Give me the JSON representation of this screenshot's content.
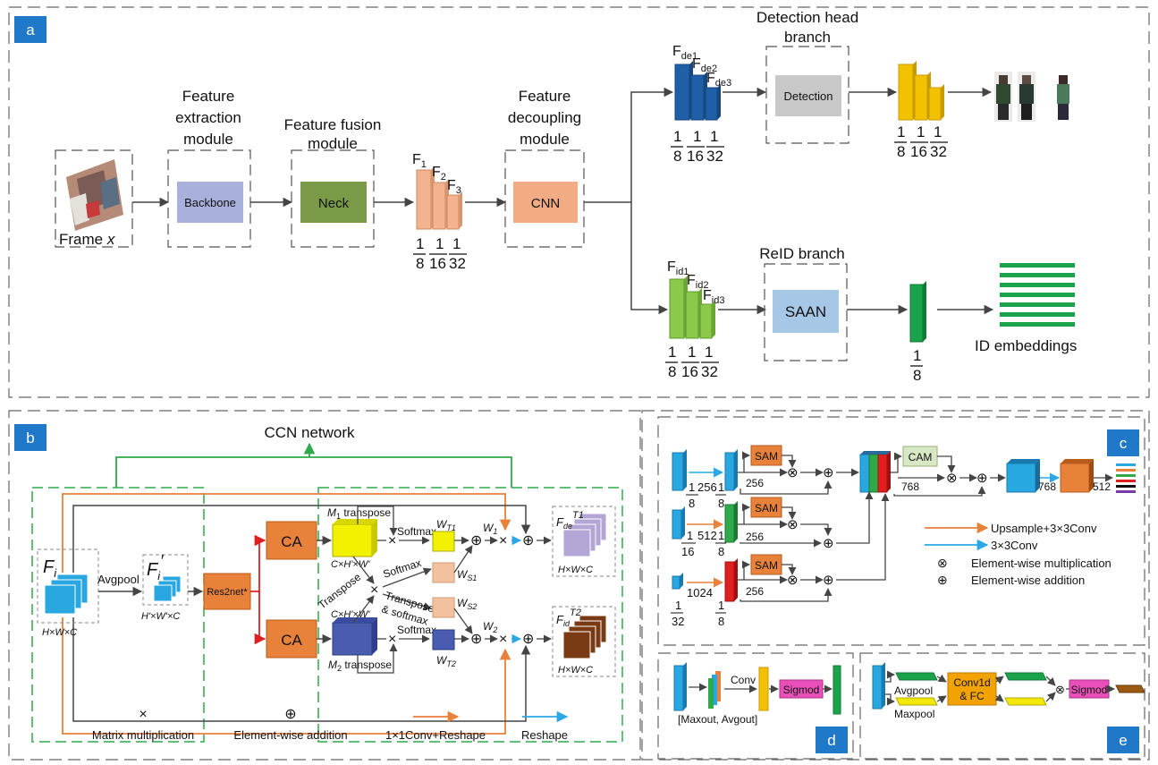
{
  "colors": {
    "panel_tag": "#1f78c8",
    "backbone": "#aab0dc",
    "neck": "#7a9a48",
    "cnn": "#f1ac86",
    "detection": "#c8c8c8",
    "saan": "#a7c7e7",
    "f_feat": "#f2b38e",
    "fde_feat": "#1f5fa8",
    "det_out": "#f2c200",
    "fid_feat": "#8cc84b",
    "id_out": "#1aa34a",
    "ca": "#e8813a",
    "res2net": "#e8813a",
    "sam": "#e8813a",
    "cam": "#d9e8c4",
    "upsample_arrow": "#e8813a",
    "conv_arrow": "#2aa8e6",
    "green_dash": "#2eaa4a",
    "sigmod": "#e84fb8",
    "conv1d": "#f2a300",
    "red_line": "#e02020"
  },
  "panels": {
    "a": "a",
    "b": "b",
    "c": "c",
    "d": "d",
    "e": "e"
  },
  "panel_a": {
    "frame_label": "Frame ",
    "frame_var": "x",
    "feature_extraction": [
      "Feature",
      "extraction",
      "module"
    ],
    "feature_fusion": [
      "Feature fusion",
      "module"
    ],
    "feature_decoupling": [
      "Feature",
      "decoupling",
      "module"
    ],
    "backbone": "Backbone",
    "neck": "Neck",
    "cnn": "CNN",
    "f_labels": [
      "F",
      "1",
      "F",
      "2",
      "F",
      "3"
    ],
    "detection_head": [
      "Detection head",
      "branch"
    ],
    "detection": "Detection",
    "fde_labels": [
      "F",
      "de1",
      "F",
      "de2",
      "F",
      "de3"
    ],
    "reid_branch": "ReID branch",
    "saan": "SAAN",
    "fid_labels": [
      "F",
      "id1",
      "F",
      "id2",
      "F",
      "id3"
    ],
    "id_embeddings": "ID embeddings",
    "fractions": {
      "one": "1",
      "d8": "8",
      "d16": "16",
      "d32": "32"
    }
  },
  "panel_b": {
    "title": "CCN network",
    "fi": "F",
    "fi_sub": "i",
    "fi_prime": "F",
    "fi_prime_sub": "i",
    "hwc": "H×W×C",
    "hwc_prime": "H'×W'×C",
    "avgpool": "Avgpool",
    "res2net": "Res2net*",
    "ca": "CA",
    "m1_transpose": "M",
    "m1_sub": "1",
    "transpose_word": " transpose",
    "m2_transpose": "M",
    "m2_sub": "2",
    "chw": "C×H'×W'",
    "softmax": "Softmax",
    "transpose": "Transpose",
    "transpose_softmax": [
      "Transpose",
      "& softmax"
    ],
    "w_t1": "W",
    "w_t1_sub": "T1",
    "w_s1": "W",
    "w_s1_sub": "S1",
    "w_s2": "W",
    "w_s2_sub": "S2",
    "w_t2": "W",
    "w_t2_sub": "T2",
    "w1": "W",
    "w1_sub": "1",
    "w2": "W",
    "w2_sub": "2",
    "fde_t1": "F",
    "fde_t1_sub": "de",
    "fde_t1_sup": "T1",
    "fid_t2": "F",
    "fid_t2_sub": "id",
    "fid_t2_sup": "T2",
    "legend": {
      "times": "×",
      "matrix_mult": "Matrix multiplication",
      "oplus": "⊕",
      "elementwise_add": "Element-wise addition",
      "conv_reshape": "1×1Conv+Reshape",
      "reshape": "Reshape"
    }
  },
  "panel_c": {
    "sam": "SAM",
    "cam": "CAM",
    "n256": "256",
    "n512": "512",
    "n1024": "1024",
    "n768": "768",
    "legend": {
      "upsample": "Upsample+3×3Conv",
      "conv": "3×3Conv",
      "mult": "Element-wise multiplication",
      "add": "Element-wise addition"
    }
  },
  "panel_d": {
    "conv": "Conv",
    "sigmod": "Sigmod",
    "maxout_avgout": "[Maxout, Avgout]"
  },
  "panel_e": {
    "avgpool": "Avgpool",
    "maxpool": "Maxpool",
    "conv1d": [
      "Conv1d",
      "& FC"
    ],
    "sigmod": "Sigmod"
  }
}
